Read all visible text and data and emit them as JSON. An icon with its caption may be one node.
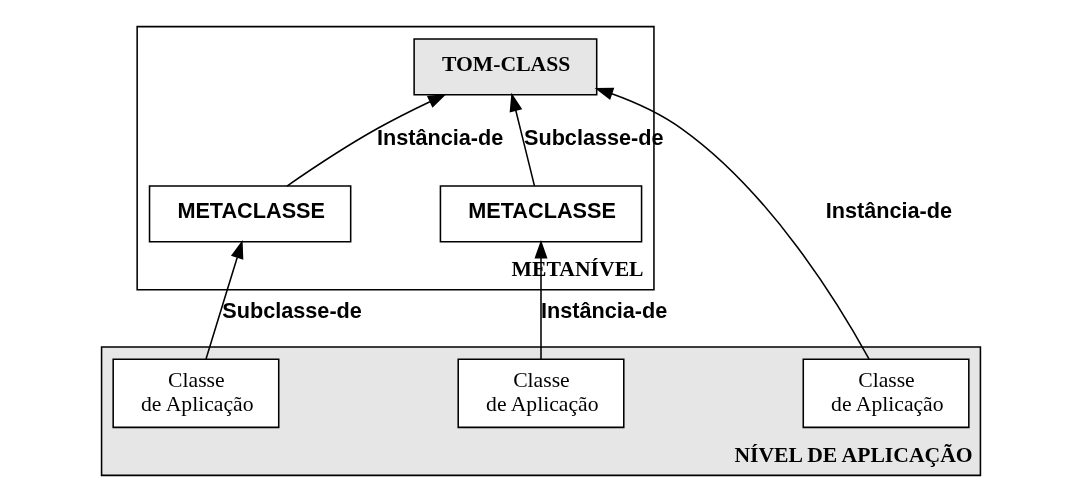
{
  "diagram": {
    "nodes": [
      {
        "text": [
          "METANÍVEL"
        ]
      },
      {
        "text": [
          "TOM-CLASS"
        ],
        "in": 0
      },
      {
        "text": [
          "METACLASSE"
        ],
        "in": 0
      },
      {
        "text": [
          "METACLASSE"
        ],
        "in": 0
      },
      {
        "text": [
          "NÍVEL DE APLICAÇÃO"
        ]
      },
      {
        "text": [
          "Classe de Aplicação"
        ],
        "in": 4
      },
      {
        "text": [
          "Classe de Aplicação"
        ],
        "in": 4
      },
      {
        "text": [
          "Classe de Aplicação"
        ],
        "in": 4
      }
    ],
    "edges": [
      {
        "from": 5,
        "to": 1,
        "arrow": "to",
        "label": "Instância-de"
      },
      {
        "from": 2,
        "to": 1,
        "arrow": "to",
        "label": "Subclasse-de"
      },
      {
        "from": 3,
        "to": 1,
        "arrow": "to",
        "label": "Instância-de"
      },
      {
        "from": 6,
        "to": 2,
        "arrow": "to",
        "label": "Instância-de"
      },
      {
        "from": 7,
        "to": 3,
        "arrow": "to",
        "label": "Subclasse-de"
      }
    ]
  }
}
